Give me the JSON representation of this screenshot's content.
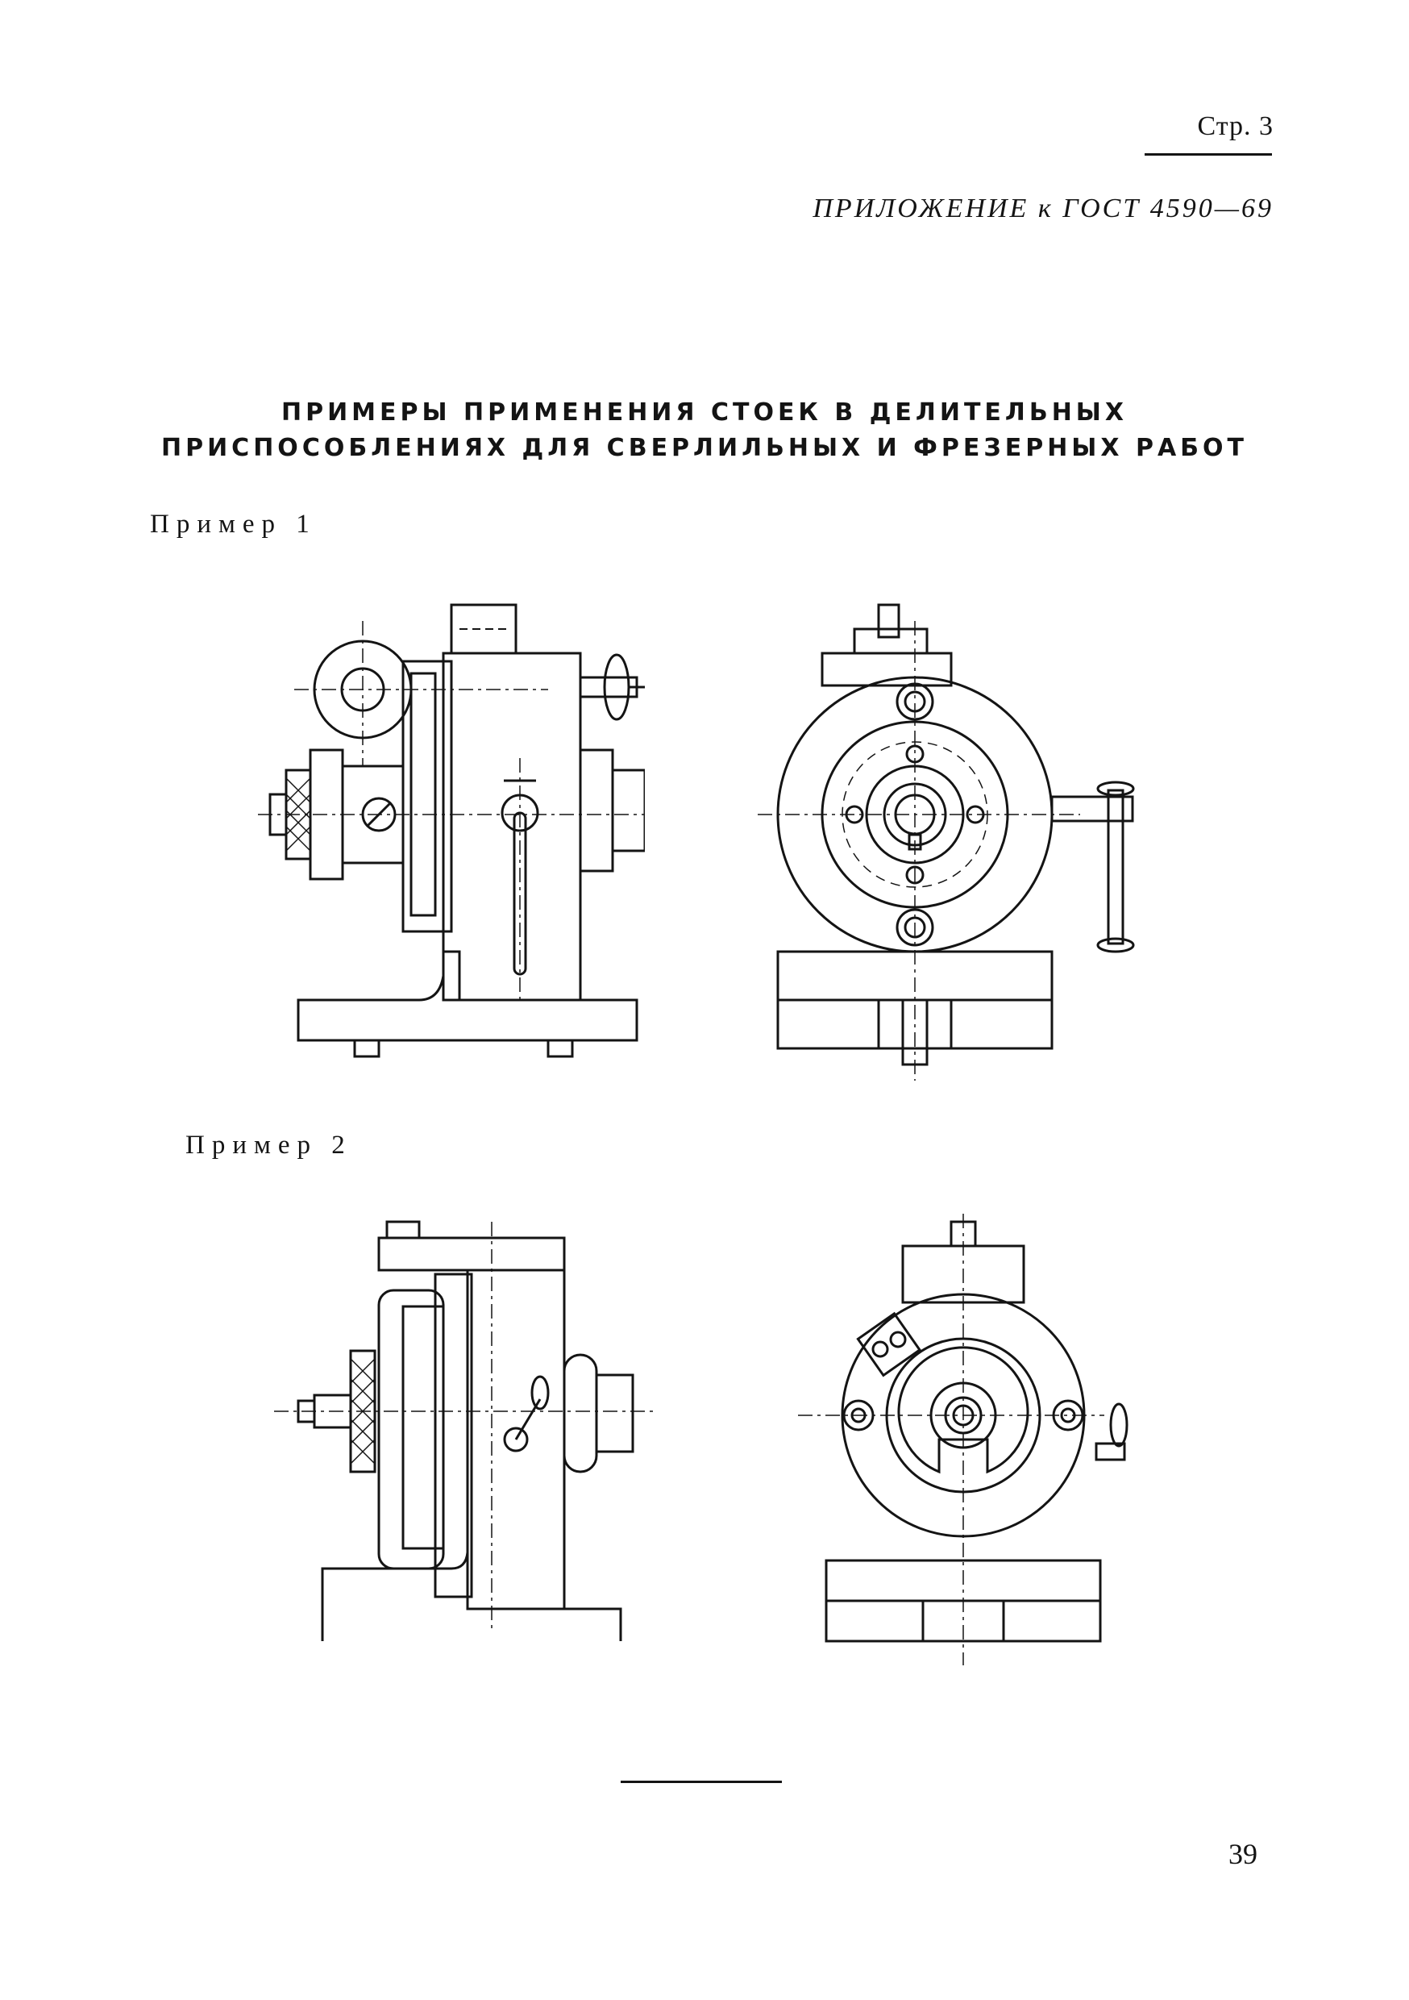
{
  "header": {
    "page_label": "Стр. 3",
    "appendix": "ПРИЛОЖЕНИЕ к ГОСТ 4590—69"
  },
  "title": {
    "line1": "ПРИМЕРЫ ПРИМЕНЕНИЯ СТОЕК В ДЕЛИТЕЛЬНЫХ",
    "line2": "ПРИСПОСОБЛЕНИЯХ ДЛЯ СВЕРЛИЛЬНЫХ И ФРЕЗЕРНЫХ РАБОТ"
  },
  "examples": [
    {
      "label": "Пример 1"
    },
    {
      "label": "Пример 2"
    }
  ],
  "footer": {
    "page_number": "39"
  }
}
